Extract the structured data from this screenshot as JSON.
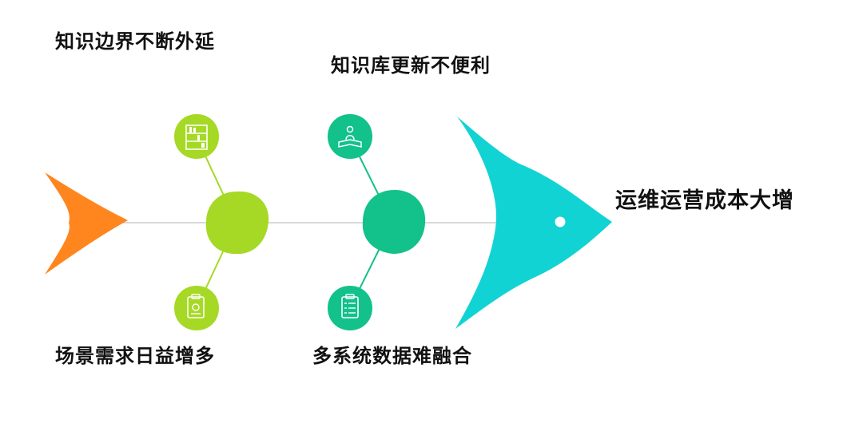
{
  "causes": {
    "top_left": "知识边界不断外延",
    "top_mid": "知识库更新不便利",
    "bottom_left": "场景需求日益增多",
    "bottom_mid": "多系统数据难融合"
  },
  "effect": "运维运营成本大增",
  "icons": {
    "top_left": "bookshelf-icon",
    "top_mid": "reading-person-icon",
    "bottom_left": "clipboard-gear-icon",
    "bottom_mid": "checklist-icon"
  },
  "colors": {
    "tail": "#FF8A1F",
    "spine": "#D8D8D8",
    "light_green": "#A6D925",
    "green": "#13C18A",
    "head": "#12D3D3",
    "text": "#111111"
  }
}
